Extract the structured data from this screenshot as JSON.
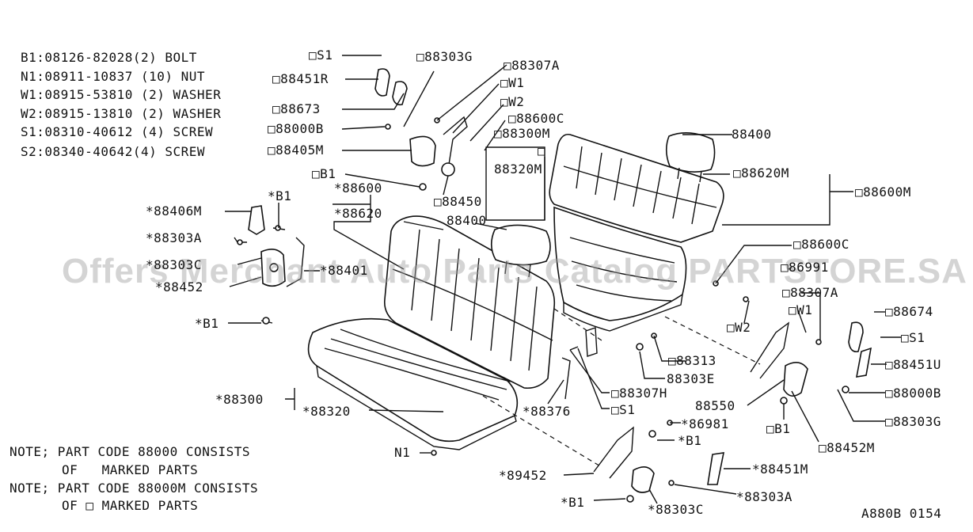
{
  "bom": [
    "B1:08126-82028(2) BOLT",
    "N1:08911-10837 (10) NUT",
    "W1:08915-53810 (2) WASHER",
    "W2:08915-13810 (2) WASHER",
    "S1:08310-40612 (4) SCREW",
    "S2:08340-40642(4) SCREW"
  ],
  "labels": {
    "s1_top": "□S1",
    "p88303G_top": "□88303G",
    "p88307A_top": "□88307A",
    "p88451R": "□88451R",
    "w1_top": "□W1",
    "w2_top": "□W2",
    "p88673": "□88673",
    "p88600C_top": "□88600C",
    "p88000B_top": "□88000B",
    "p88300M": "□88300M",
    "p88405M": "□88405M",
    "box_small": "□",
    "p88320M": "88320M",
    "p88400_top": "88400",
    "b1_top": "□B1",
    "p88600": "*88600",
    "p88620M": "□88620M",
    "p88600M": "□88600M",
    "p88620": "*88620",
    "p88450": "□88450",
    "p88400_mid": "88400",
    "p88406M": "*88406M",
    "b1_left": "*B1",
    "p88303A_left": "*88303A",
    "p88303C_left": "*88303C",
    "p88401": "*88401",
    "p88452": "*88452",
    "p88600C_right": "□88600C",
    "p86991": "□86991",
    "p88307A_right": "□88307A",
    "w1_right": "□W1",
    "p88674": "□88674",
    "w2_right": "□W2",
    "s1_right": "□S1",
    "b1_lower_left": "*B1",
    "p88313": "□88313",
    "p88451U": "□88451U",
    "p88303E": "88303E",
    "p88307H": "□88307H",
    "p88000B_right": "□88000B",
    "p88300": "*88300",
    "p88550": "88550",
    "s1_mid": "□S1",
    "p88303G_right": "□88303G",
    "p88320": "*88320",
    "p88376": "*88376",
    "p86981": "*86981",
    "b1_right": "□B1",
    "b1_bottom_mid": "*B1",
    "p88452M": "□88452M",
    "n1": "N1",
    "p89452": "*89452",
    "p88451M": "*88451M",
    "b1_bottom": "*B1",
    "p88303C_bottom": "*88303C",
    "p88303A_bottom": "*88303A"
  },
  "notes": [
    "NOTE; PART CODE 88000 CONSISTS",
    "OF   MARKED PARTS",
    "NOTE; PART CODE 88000M CONSISTS",
    "OF □ MARKED PARTS"
  ],
  "watermark": "Offers Merchant Auto Parts Catalog PARTSTORE.SA",
  "figure_code": "A880B 0154"
}
